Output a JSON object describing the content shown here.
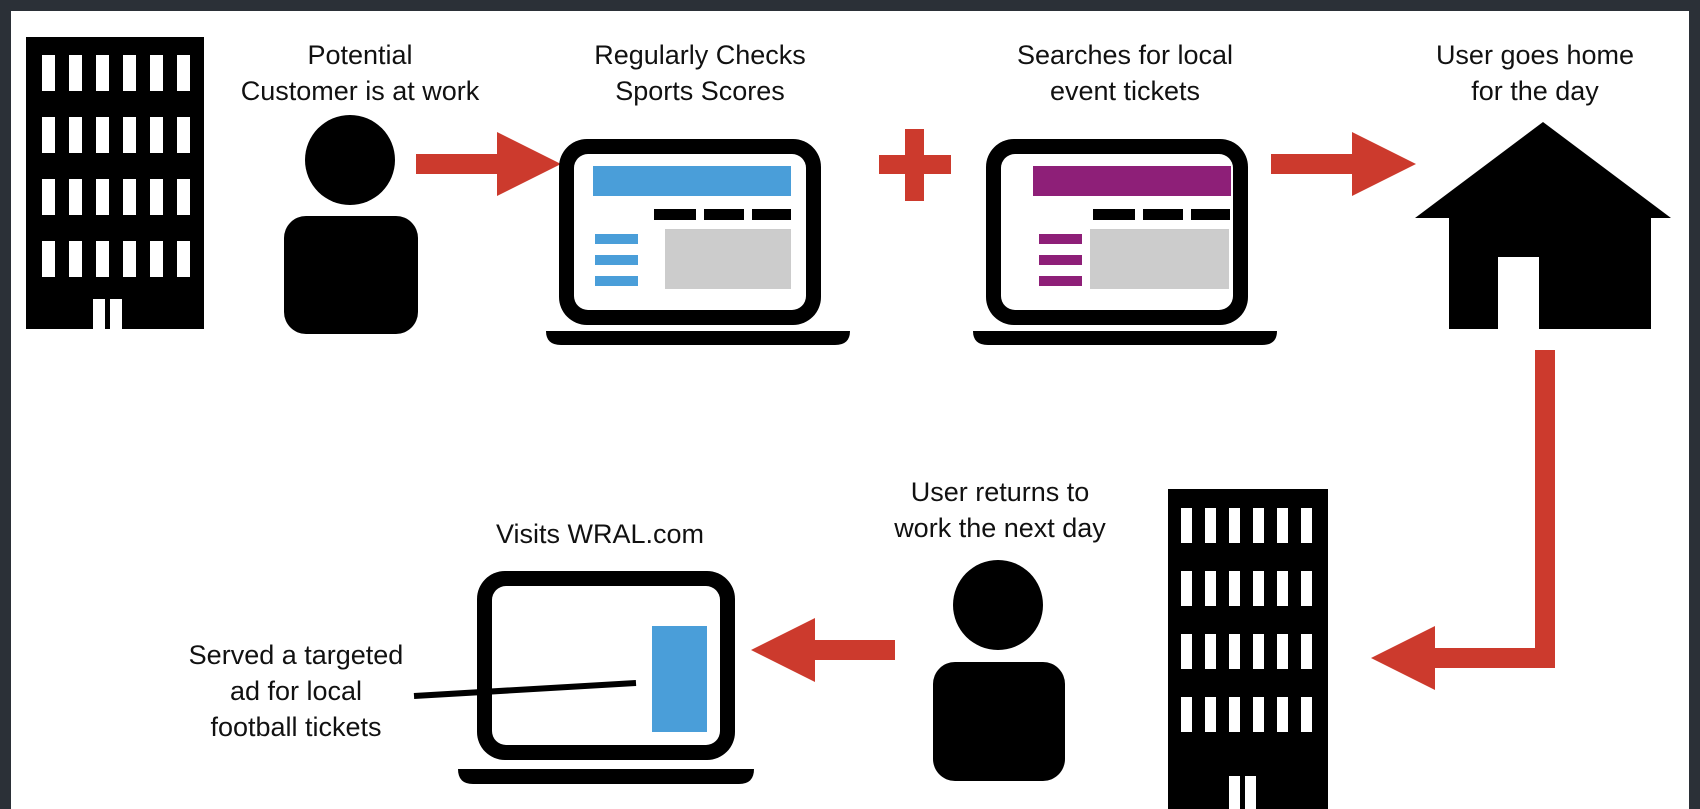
{
  "steps": {
    "at_work": {
      "line1": "Potential",
      "line2": "Customer is at work"
    },
    "checks_scores": {
      "line1": "Regularly Checks",
      "line2": "Sports Scores"
    },
    "searches": {
      "line1": "Searches for local",
      "line2": "event tickets"
    },
    "goes_home": {
      "line1": "User goes home",
      "line2": "for the day"
    },
    "returns": {
      "line1": "User returns to",
      "line2": "work the next day"
    },
    "visits": {
      "line1": "Visits WRAL.com"
    },
    "served_ad": {
      "line1": "Served a targeted",
      "line2": "ad for local",
      "line3": "football tickets"
    }
  },
  "colors": {
    "arrow": "#cc3a2d",
    "icon": "#000000",
    "sports_site": "#4a9ed9",
    "tickets_site": "#8e1f78",
    "content_block": "#cccccc",
    "ad_block": "#4a9ed9"
  },
  "icons": [
    "office-building",
    "person",
    "laptop",
    "plus",
    "house"
  ]
}
